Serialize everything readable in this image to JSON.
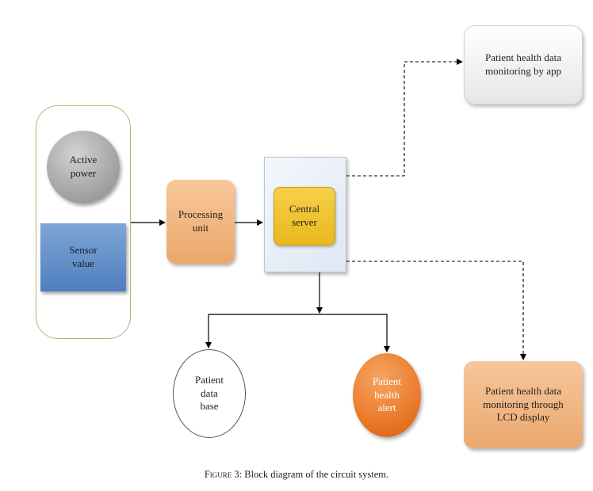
{
  "nodes": {
    "active_power": [
      "Active",
      "power"
    ],
    "sensor_value": [
      "Sensor",
      "value"
    ],
    "processing_unit": [
      "Processing",
      "unit"
    ],
    "central_server": [
      "Central",
      "server"
    ],
    "monitor_app": [
      "Patient health data",
      "monitoring by app"
    ],
    "monitor_lcd": [
      "Patient health data",
      "monitoring through",
      "LCD display"
    ],
    "patient_db": [
      "Patient",
      "data",
      "base"
    ],
    "patient_alert": [
      "Patient",
      "health",
      "alert"
    ]
  },
  "caption": {
    "label": "Figure 3",
    "text": ": Block diagram of the circuit system."
  },
  "colors": {
    "input_group_border": "#b8b478",
    "active_power": "#a9a9a9",
    "sensor_value": "#4f7fc0",
    "processing_unit": "#eca76b",
    "central_server": "#e9b81c",
    "server_frame": "#dfe7f3",
    "monitor_lcd": "#eba86d",
    "patient_alert": "#ea7a2a",
    "arrows": "#000000"
  }
}
